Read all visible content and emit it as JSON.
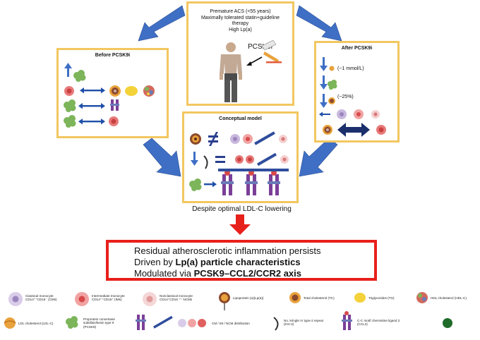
{
  "top_panel": {
    "line1": "Premature ACS (<55 years)",
    "line2": "Maximally tolerated statin+guideline",
    "line3": "therapy",
    "line4": "High Lp(a)",
    "drug_label": "PCSK9i"
  },
  "left_panel": {
    "title": "Before PCSK9i"
  },
  "right_panel": {
    "title": "After PCSK9i",
    "ldl_note": "(~1 mmol/L)",
    "lpa_note": "(~25%)"
  },
  "center_panel": {
    "title": "Conceptual model"
  },
  "caption": "Despite optimal LDL-C lowering",
  "summary": {
    "line1": "Residual atherosclerotic inflammation  persists",
    "line2_prefix": "Driven by ",
    "line2_bold": "Lp(a) particle characteristics",
    "line3_prefix": "Modulated via ",
    "line3_bold": "PCSK9–CCL2/CCR2 axis"
  },
  "legend": {
    "classical_1": "Classical monocyte",
    "classical_2": "CD14⁺⁺CD16⁻ (CMs)",
    "intermediate_1": "Intermediate monocyte",
    "intermediate_2": "CD14⁺⁺CD16⁺ (IMs)",
    "nonclassical_1": "Nonclassical monocyte",
    "nonclassical_2": "CD14⁺CD16 ⁺⁺ NCMs",
    "lpa_1": "Lipoprotein (a)(Lp(a))",
    "tc": "Total cholesterol (TC)",
    "tg": "Triglycerides (TG)",
    "hdl": "HDL cholesterol (HDL-C)",
    "ldl": "LDL cholesterol (LDL-C)",
    "pcsk9_1": "Proprotein convertase",
    "pcsk9_2": "subtilisin/kexin type 9",
    "pcsk9_3": "(PCSK9)",
    "dist": "CM / IM / NCM distribution",
    "kiv_1": "No. kringle IV type-2 repeat",
    "kiv_2": "(KIV-2)",
    "ccl2_1": "C-C motif chemokine ligand 2",
    "ccl2_2": "(CCL2)"
  },
  "colors": {
    "panel_border": "#f2c760",
    "arrow_blue": "#3f6fc5",
    "summary_border": "#e8201c",
    "ccr2_purple": "#7b3f98",
    "monocyte_red": "#d84a4a",
    "monocyte_lilac": "#c9b8de",
    "pcsk9_green": "#7cb55a",
    "tg_yellow": "#f3d23a",
    "ldl_orange": "#e9a23c",
    "ccl2_green": "#1f6b2a"
  }
}
